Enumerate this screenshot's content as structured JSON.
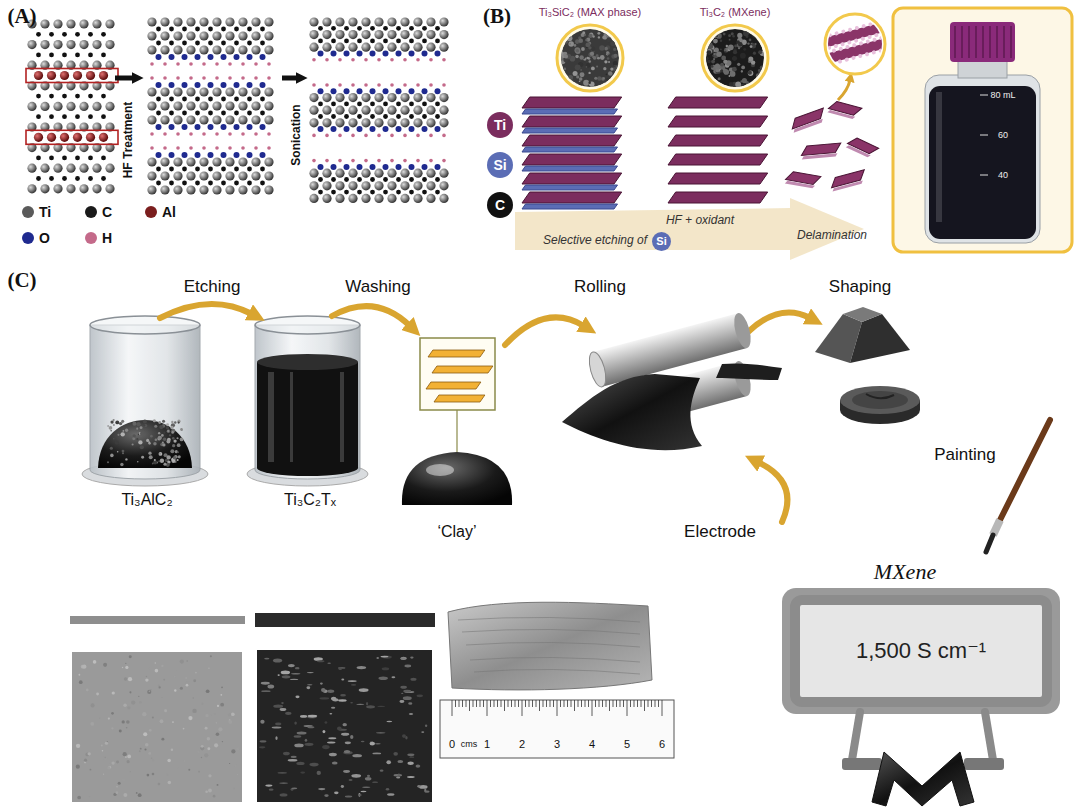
{
  "diagram": {
    "nodes": [
      {
        "text": [
          "Ti"
        ]
      },
      {
        "text": [
          "Si"
        ]
      },
      {
        "text": [
          "C"
        ]
      },
      {
        "text": [
          "Si"
        ]
      },
      {
        "text": [
          "1,500 S cm⁻¹"
        ]
      }
    ],
    "labels": [
      "(A)",
      "(B)",
      "(C)",
      "HF Treatment",
      "Sonication",
      "Ti₃SiC₂ (MAX phase)",
      "Ti₃C₂ (MXene)",
      "HF + oxidant",
      "Selective etching of",
      "Delamination",
      "80 mL",
      "60",
      "40",
      "Etching",
      "Washing",
      "Rolling",
      "Shaping",
      "Painting",
      "Ti₃AlC₂",
      "Ti₃C₂Tₓ",
      "‘Clay’",
      "Electrode",
      "MXene",
      "0",
      "cms",
      "1",
      "2",
      "3",
      "4",
      "5",
      "6"
    ],
    "legend": [
      {
        "text": "Ti",
        "color": "#5a5a5a"
      },
      {
        "text": "C",
        "color": "#1a1a1a"
      },
      {
        "text": "Al",
        "color": "#7b1e1e"
      },
      {
        "text": "O",
        "color": "#1f2a8f"
      },
      {
        "text": "H",
        "color": "#c46a8a"
      }
    ]
  }
}
